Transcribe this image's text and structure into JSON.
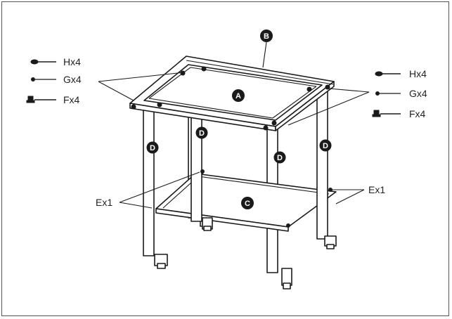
{
  "parts_left": [
    {
      "label": "Hx4",
      "icon": "bolt-icon"
    },
    {
      "label": "Gx4",
      "icon": "washer-icon"
    },
    {
      "label": "Fx4",
      "icon": "foot-icon"
    }
  ],
  "parts_right": [
    {
      "label": "Hx4",
      "icon": "bolt-icon"
    },
    {
      "label": "Gx4",
      "icon": "washer-icon"
    },
    {
      "label": "Fx4",
      "icon": "foot-icon"
    }
  ],
  "callouts": {
    "left_shelf_bolt": "Ex1",
    "right_shelf_bolt": "Ex1"
  },
  "badges": {
    "top_frame": "B",
    "worktop": "A",
    "undershelf": "C",
    "leg": "D"
  }
}
